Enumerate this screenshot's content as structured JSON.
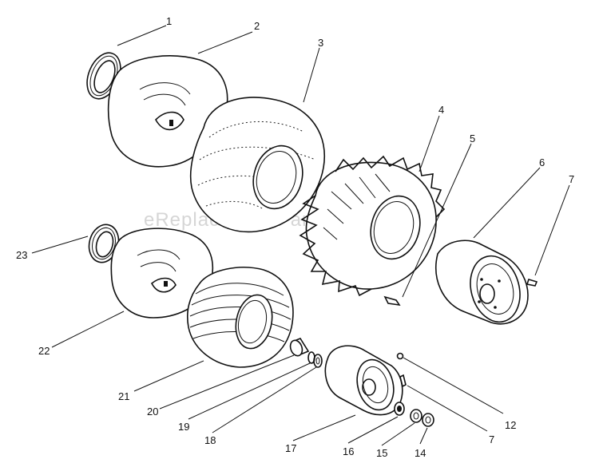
{
  "watermark": "eReplacementParts.com",
  "callouts": [
    {
      "id": "1",
      "text": "1"
    },
    {
      "id": "2",
      "text": "2"
    },
    {
      "id": "3",
      "text": "3"
    },
    {
      "id": "4",
      "text": "4"
    },
    {
      "id": "5",
      "text": "5"
    },
    {
      "id": "6",
      "text": "6"
    },
    {
      "id": "7a",
      "text": "7"
    },
    {
      "id": "7b",
      "text": "7"
    },
    {
      "id": "12",
      "text": "12"
    },
    {
      "id": "14",
      "text": "14"
    },
    {
      "id": "15",
      "text": "15"
    },
    {
      "id": "16",
      "text": "16"
    },
    {
      "id": "17",
      "text": "17"
    },
    {
      "id": "18",
      "text": "18"
    },
    {
      "id": "19",
      "text": "19"
    },
    {
      "id": "20",
      "text": "20"
    },
    {
      "id": "21",
      "text": "21"
    },
    {
      "id": "22",
      "text": "22"
    },
    {
      "id": "23",
      "text": "23"
    }
  ]
}
